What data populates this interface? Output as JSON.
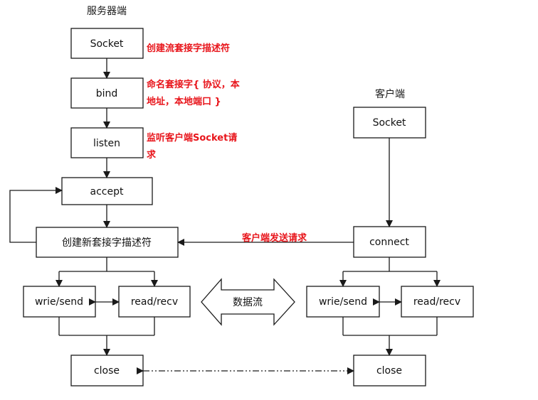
{
  "headers": {
    "server": "服务器端",
    "client": "客户端"
  },
  "server": {
    "socket": "Socket",
    "bind": "bind",
    "listen": "listen",
    "accept": "accept",
    "new_socket": "创建新套接字描述符",
    "write": "wrie/send",
    "read": "read/recv",
    "close": "close"
  },
  "client": {
    "socket": "Socket",
    "connect": "connect",
    "write": "wrie/send",
    "read": "read/recv",
    "close": "close"
  },
  "data_flow": "数据流",
  "notes": {
    "socket": "创建流套接字描述符",
    "bind_line1": "命名套接字{ 协议，本",
    "bind_line2": "地址，本地端口 }",
    "listen_line1": "监听客户端Socket请",
    "listen_line2": "求",
    "request": "客户端发送请求"
  },
  "colors": {
    "note": "#e8151b",
    "line": "#1a1a1a",
    "background": "#ffffff"
  }
}
